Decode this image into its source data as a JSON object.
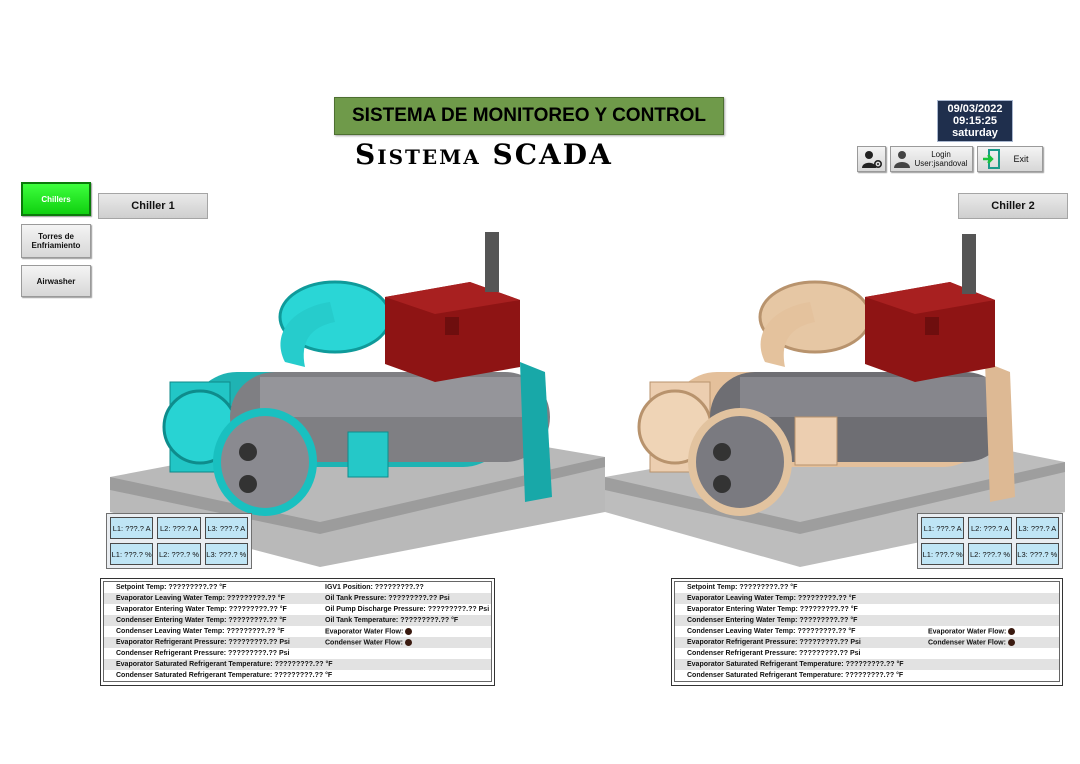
{
  "header": {
    "title": "SISTEMA DE MONITOREO Y CONTROL",
    "subtitle": "Sistema SCADA",
    "date": "09/03/2022",
    "time": "09:15:25",
    "day": "saturday"
  },
  "toolbar": {
    "login_label": "Login",
    "user_label": "User:jsandoval",
    "exit_label": "Exit"
  },
  "nav": {
    "chillers": "Chillers",
    "torres_line1": "Torres de",
    "torres_line2": "Enfriamiento",
    "airwasher": "Airwasher"
  },
  "chiller1": {
    "label": "Chiller 1",
    "body_color": "#1fc3c3",
    "lcells": [
      "L1: ???.? A",
      "L2: ???.? A",
      "L3: ???.? A",
      "L1: ???.? %",
      "L2: ???.? %",
      "L3: ???.? %"
    ],
    "rows": [
      {
        "c1": "Setpoint Temp: ?????????.?? °F",
        "c2": "IGV1 Position: ?????????.??"
      },
      {
        "c1": "Evaporator Leaving Water Temp: ?????????.?? °F",
        "c2": "Oil Tank Pressure: ?????????.?? Psi"
      },
      {
        "c1": "Evaporator Entering Water Temp: ?????????.?? °F",
        "c2": "Oil Pump Discharge Pressure: ?????????.?? Psi"
      },
      {
        "c1": "Condenser Entering Water Temp: ?????????.?? °F",
        "c2": "Oil Tank Temperature: ?????????.?? °F"
      },
      {
        "c1": "Condenser Leaving Water Temp: ?????????.?? °F",
        "c2": "Evaporator Water Flow:"
      },
      {
        "c1": "Evaporator Refrigerant Pressure: ?????????.?? Psi",
        "c2": "Condenser Water Flow:"
      },
      {
        "c1": "Condenser Refrigerant Pressure: ?????????.?? Psi",
        "c2": ""
      },
      {
        "c1": "Evaporator Saturated Refrigerant Temperature: ?????????.?? °F",
        "c2": ""
      },
      {
        "c1": "Condenser Saturated Refrigerant Temperature: ?????????.?? °F",
        "c2": ""
      }
    ]
  },
  "chiller2": {
    "label": "Chiller 2",
    "body_color": "#e8c9a8",
    "lcells": [
      "L1: ???.? A",
      "L2: ???.? A",
      "L3: ???.? A",
      "L1: ???.? %",
      "L2: ???.? %",
      "L3: ???.? %"
    ],
    "rows": [
      {
        "c1": "Setpoint Temp: ?????????.?? °F",
        "c2": ""
      },
      {
        "c1": "Evaporator Leaving Water Temp: ?????????.?? °F",
        "c2": ""
      },
      {
        "c1": "Evaporator Entering Water Temp: ?????????.?? °F",
        "c2": ""
      },
      {
        "c1": "Condenser Entering Water Temp: ?????????.?? °F",
        "c2": ""
      },
      {
        "c1": "Condenser Leaving Water Temp: ?????????.?? °F",
        "c2": "Evaporator Water Flow:"
      },
      {
        "c1": "Evaporator Refrigerant Pressure: ?????????.?? Psi",
        "c2": "Condenser Water Flow:"
      },
      {
        "c1": "Condenser Refrigerant Pressure: ?????????.?? Psi",
        "c2": ""
      },
      {
        "c1": "Evaporator Saturated Refrigerant Temperature: ?????????.?? °F",
        "c2": ""
      },
      {
        "c1": "Condenser Saturated Refrigerant Temperature: ?????????.?? °F",
        "c2": ""
      }
    ]
  }
}
